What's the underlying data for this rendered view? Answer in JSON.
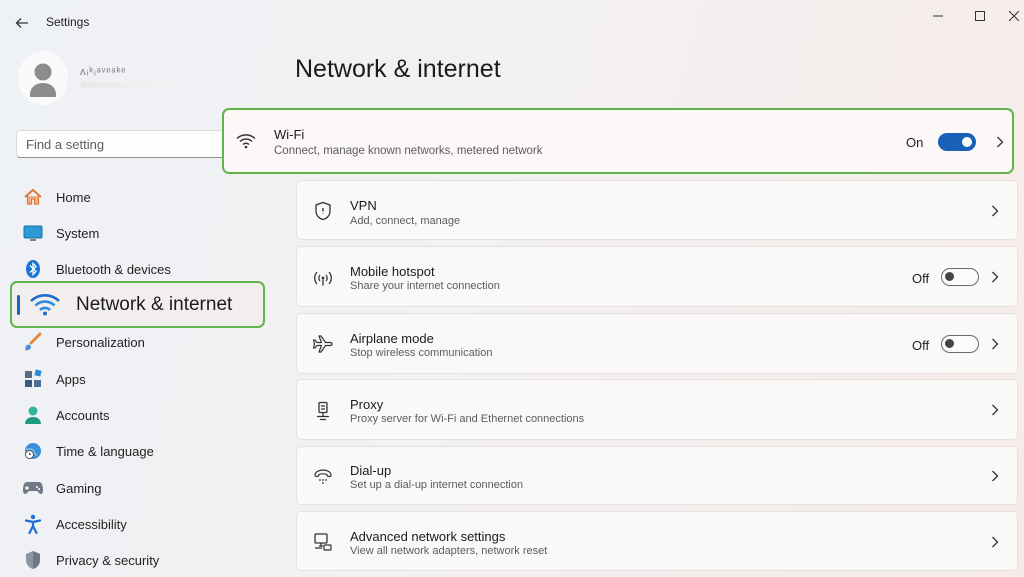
{
  "window": {
    "title": "Settings",
    "back_icon": "back-arrow-icon",
    "controls": [
      "minimize-icon",
      "maximize-icon",
      "close-icon"
    ]
  },
  "user": {
    "name": "ᴧᵢᵏᵢᵃᵛᵉᵃᵏᵉ"
  },
  "search": {
    "placeholder": "Find a setting"
  },
  "sidebar": {
    "items": [
      {
        "label": "Home",
        "icon": "home-icon"
      },
      {
        "label": "System",
        "icon": "system-icon"
      },
      {
        "label": "Bluetooth & devices",
        "icon": "bluetooth-icon"
      },
      {
        "label": "Network & internet",
        "icon": "wifi-icon",
        "active": true
      },
      {
        "label": "Personalization",
        "icon": "paintbrush-icon"
      },
      {
        "label": "Apps",
        "icon": "apps-icon"
      },
      {
        "label": "Accounts",
        "icon": "accounts-icon"
      },
      {
        "label": "Time & language",
        "icon": "globe-clock-icon"
      },
      {
        "label": "Gaming",
        "icon": "gamepad-icon"
      },
      {
        "label": "Accessibility",
        "icon": "accessibility-icon"
      },
      {
        "label": "Privacy & security",
        "icon": "shield-icon"
      }
    ]
  },
  "main": {
    "title": "Network & internet",
    "cards": [
      {
        "title": "Wi-Fi",
        "subtitle": "Connect, manage known networks, metered network",
        "state": "On",
        "toggle": true,
        "icon": "wifi-icon"
      },
      {
        "title": "VPN",
        "subtitle": "Add, connect, manage",
        "icon": "vpn-shield-icon"
      },
      {
        "title": "Mobile hotspot",
        "subtitle": "Share your internet connection",
        "state": "Off",
        "toggle": false,
        "icon": "hotspot-icon"
      },
      {
        "title": "Airplane mode",
        "subtitle": "Stop wireless communication",
        "state": "Off",
        "toggle": false,
        "icon": "airplane-icon"
      },
      {
        "title": "Proxy",
        "subtitle": "Proxy server for Wi-Fi and Ethernet connections",
        "icon": "proxy-icon"
      },
      {
        "title": "Dial-up",
        "subtitle": "Set up a dial-up internet connection",
        "icon": "dialup-icon"
      },
      {
        "title": "Advanced network settings",
        "subtitle": "View all network adapters, network reset",
        "icon": "advanced-network-icon"
      }
    ]
  },
  "colors": {
    "accent": "#1a5fb8",
    "highlight_border": "#5fb54a"
  }
}
